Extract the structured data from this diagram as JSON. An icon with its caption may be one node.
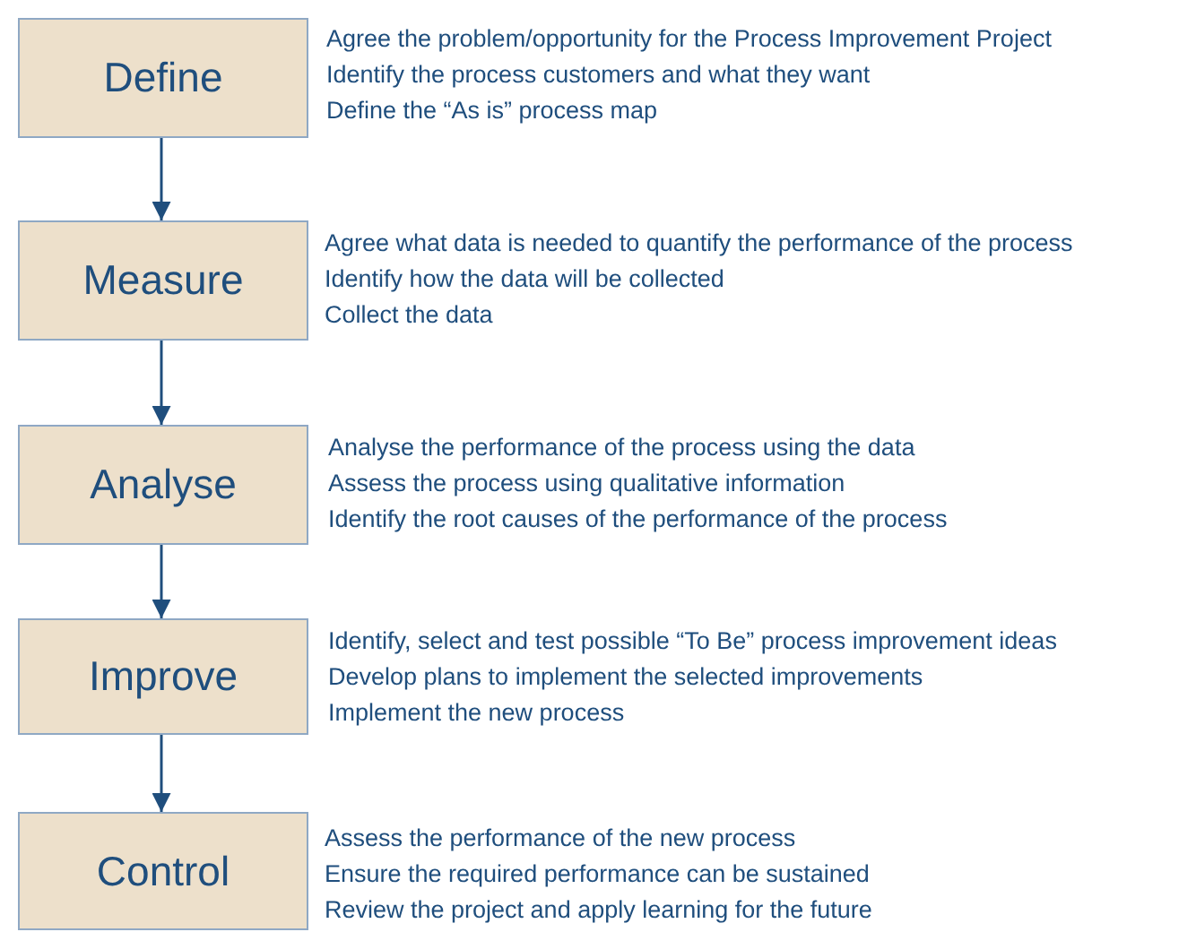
{
  "diagram": {
    "nodes": [
      {
        "text": [
          "Define"
        ],
        "beside": [
          "Agree the problem/opportunity for the Process Improvement Project",
          "Identify the process customers and what they want",
          "Define the “As is” process map"
        ]
      },
      {
        "text": [
          "Measure"
        ],
        "beside": [
          "Agree what data is needed to quantify the performance of the process",
          "Identify how the data will be collected",
          "Collect the data"
        ]
      },
      {
        "text": [
          "Analyse"
        ],
        "beside": [
          "Analyse the performance of the process using the data",
          "Assess the process using qualitative information",
          "Identify the root causes of the performance of the process"
        ]
      },
      {
        "text": [
          "Improve"
        ],
        "beside": [
          "Identify, select and test possible “To Be” process improvement ideas",
          "Develop plans to implement the selected improvements",
          "Implement the new process"
        ]
      },
      {
        "text": [
          "Control"
        ],
        "beside": [
          "Assess the performance of the new process",
          "Ensure the required performance can be sustained",
          "Review the project and apply learning for the future"
        ]
      }
    ],
    "edges": [
      {
        "from": 0,
        "to": 1,
        "arrow": "to"
      },
      {
        "from": 1,
        "to": 2,
        "arrow": "to"
      },
      {
        "from": 2,
        "to": 3,
        "arrow": "to"
      },
      {
        "from": 3,
        "to": 4,
        "arrow": "to"
      }
    ]
  }
}
